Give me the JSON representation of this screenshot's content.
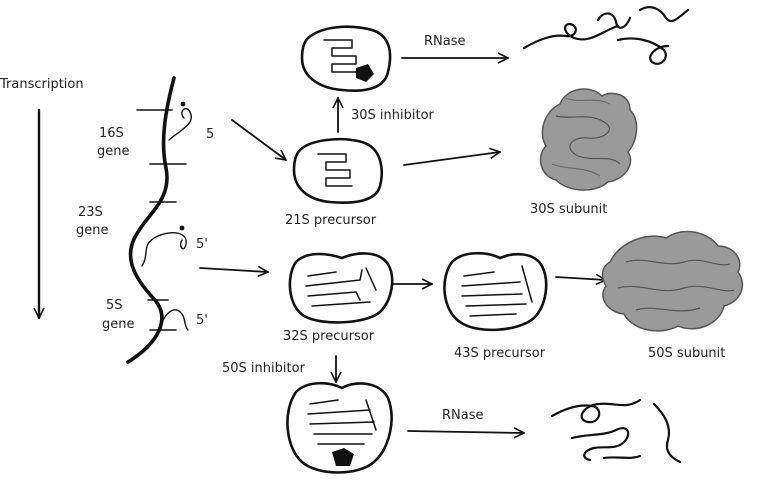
{
  "labels": {
    "transcription": "Transcription",
    "gene_16s_a": "16S",
    "gene_16s_b": "gene",
    "gene_23s_a": "23S",
    "gene_23s_b": "gene",
    "gene_5s_a": "5S",
    "gene_5s_b": "gene",
    "end_16s": "5",
    "end_23s": "5'",
    "end_5s": "5'",
    "rnase_top": "RNase",
    "inhibitor_30s": "30S inhibitor",
    "precursor_21s": "21S precursor",
    "subunit_30s": "30S subunit",
    "precursor_32s": "32S precursor",
    "precursor_43s": "43S precursor",
    "subunit_50s": "50S subunit",
    "inhibitor_50s": "50S inhibitor",
    "rnase_bottom": "RNase"
  },
  "colors": {
    "ink": "#111111",
    "text": "#222222",
    "subunit_fill": "#9a9a9a",
    "subunit_stroke": "#555555"
  }
}
